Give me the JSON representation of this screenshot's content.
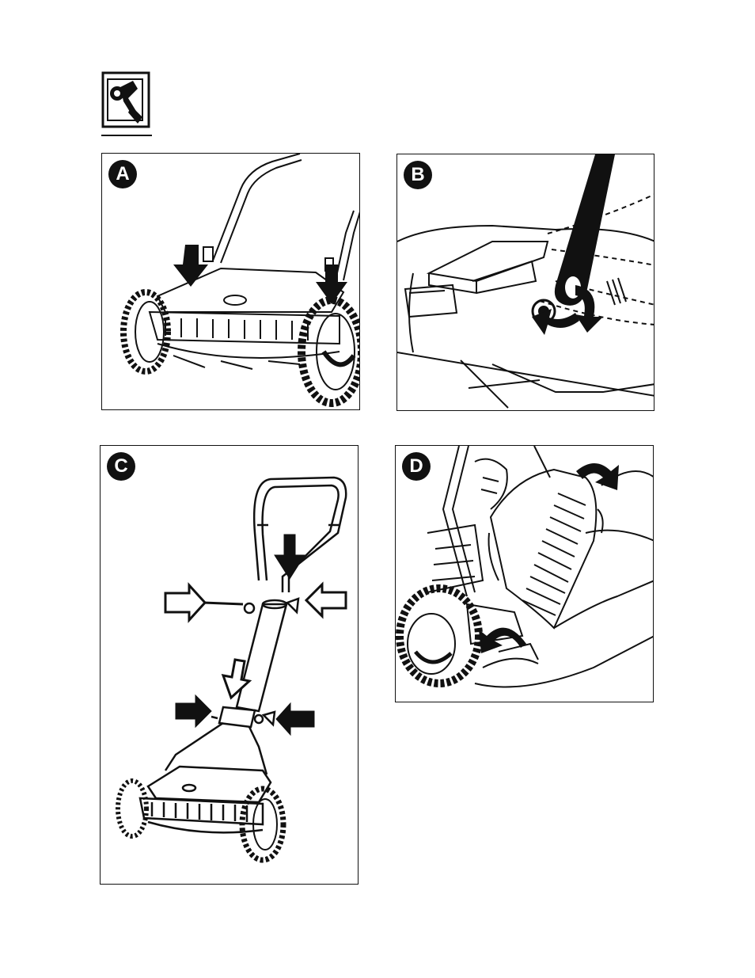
{
  "header": {
    "icon": "wrench-icon"
  },
  "panels": [
    {
      "label": "A"
    },
    {
      "label": "B"
    },
    {
      "label": "C"
    },
    {
      "label": "D"
    }
  ],
  "colors": {
    "ink": "#111111",
    "paper": "#ffffff"
  }
}
